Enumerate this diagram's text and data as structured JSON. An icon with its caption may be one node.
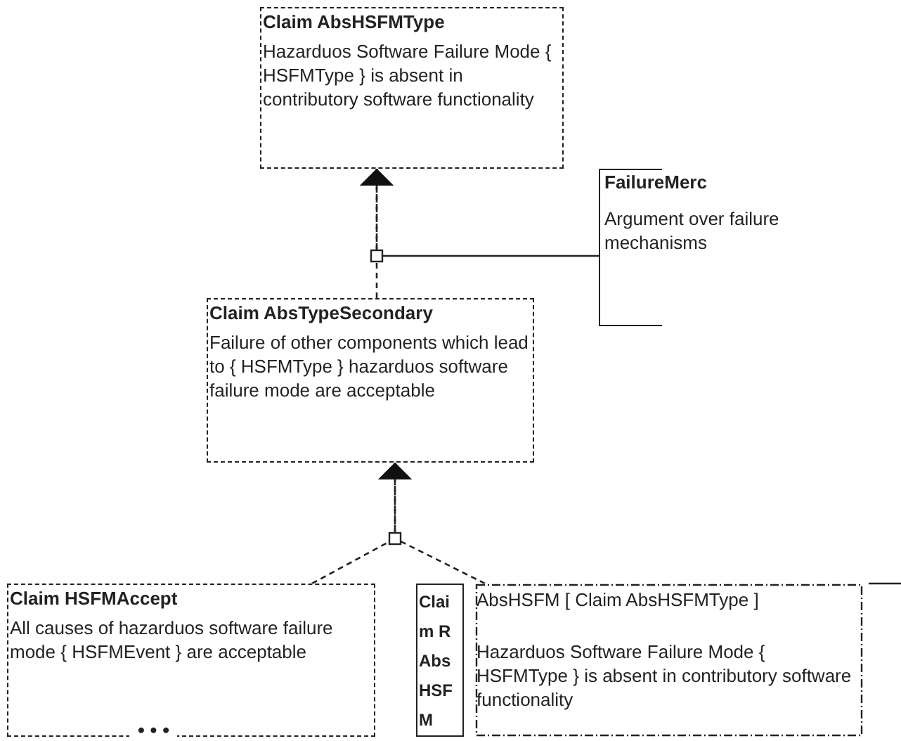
{
  "diagram": {
    "nodes": [
      {
        "text": [
          "Claim AbsHSFMType",
          "Hazarduos Software Failure Mode { HSFMType } is absent in contributory software functionality"
        ]
      },
      {
        "text": [
          "FailureMerc",
          "Argument over failure mechanisms"
        ]
      },
      {
        "text": [
          "Claim AbsTypeSecondary",
          "Failure of other components which lead to { HSFMType } hazarduos software failure mode are acceptable"
        ]
      },
      {
        "text": [
          "Claim HSFMAccept",
          "All causes of hazarduos software failure mode { HSFMEvent } are acceptable"
        ]
      },
      {
        "text": [
          "Claim RAbsHSFM"
        ]
      },
      {
        "text": [
          "AbsHSFM [ Claim AbsHSFMType ]",
          "Hazarduos Software Failure Mode { HSFMType } is absent in contributory software functionality"
        ]
      }
    ],
    "edges": [
      {
        "from": 2,
        "to": 0,
        "arrow": "to",
        "style": "dashed"
      },
      {
        "from": 1,
        "to": 0,
        "arrow": "to"
      },
      {
        "from": 3,
        "to": 2,
        "arrow": "to",
        "style": "dashed"
      },
      {
        "from": 5,
        "to": 2,
        "arrow": "to",
        "style": "dashed"
      }
    ],
    "labels": [
      "• • •"
    ]
  }
}
